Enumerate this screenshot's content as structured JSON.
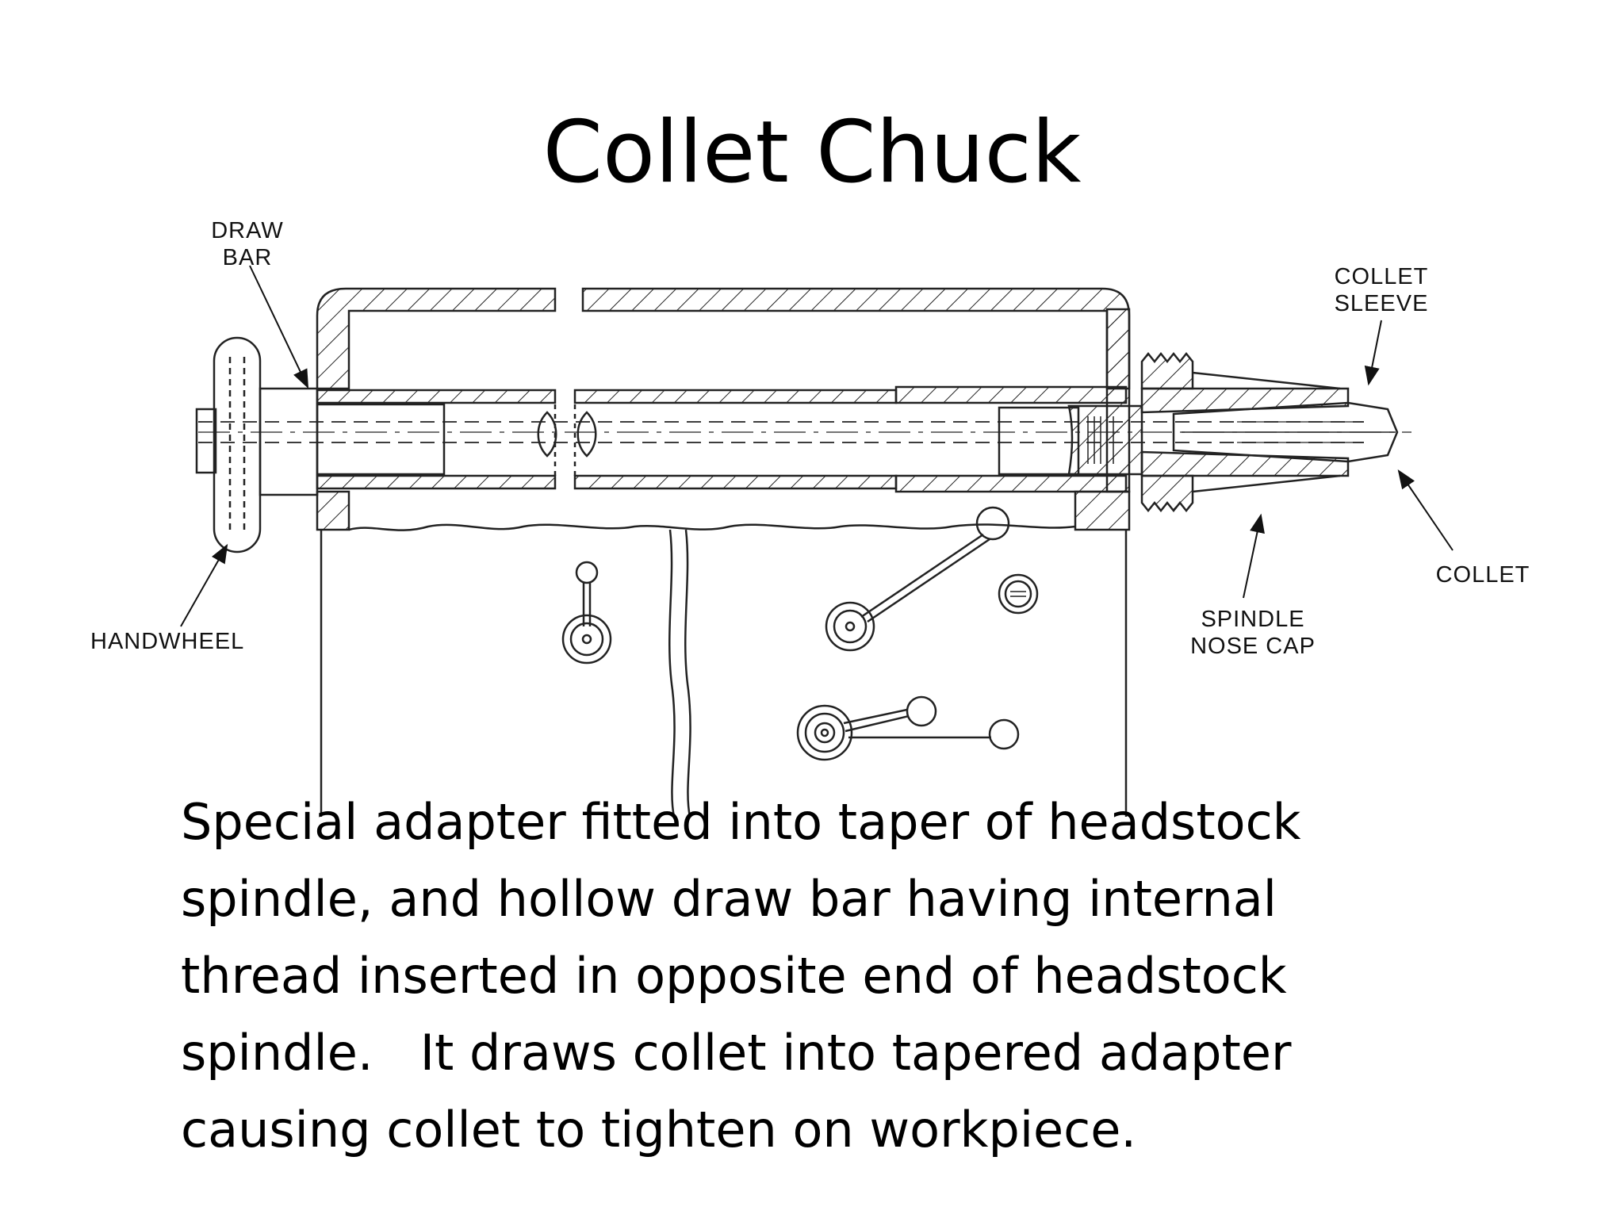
{
  "title": "Collet Chuck",
  "labels": {
    "draw_bar_1": "DRAW",
    "draw_bar_2": "BAR",
    "handwheel": "HANDWHEEL",
    "collet_sleeve_1": "COLLET",
    "collet_sleeve_2": "SLEEVE",
    "collet": "COLLET",
    "spindle_nose_cap_1": "SPINDLE",
    "spindle_nose_cap_2": "NOSE CAP"
  },
  "body": {
    "lines": [
      "Special adapter fitted into taper of headstock",
      "spindle, and hollow draw bar having internal",
      "thread inserted in opposite end of headstock",
      "spindle.   It draws collet into tapered adapter",
      "causing collet to tighten on workpiece."
    ]
  }
}
